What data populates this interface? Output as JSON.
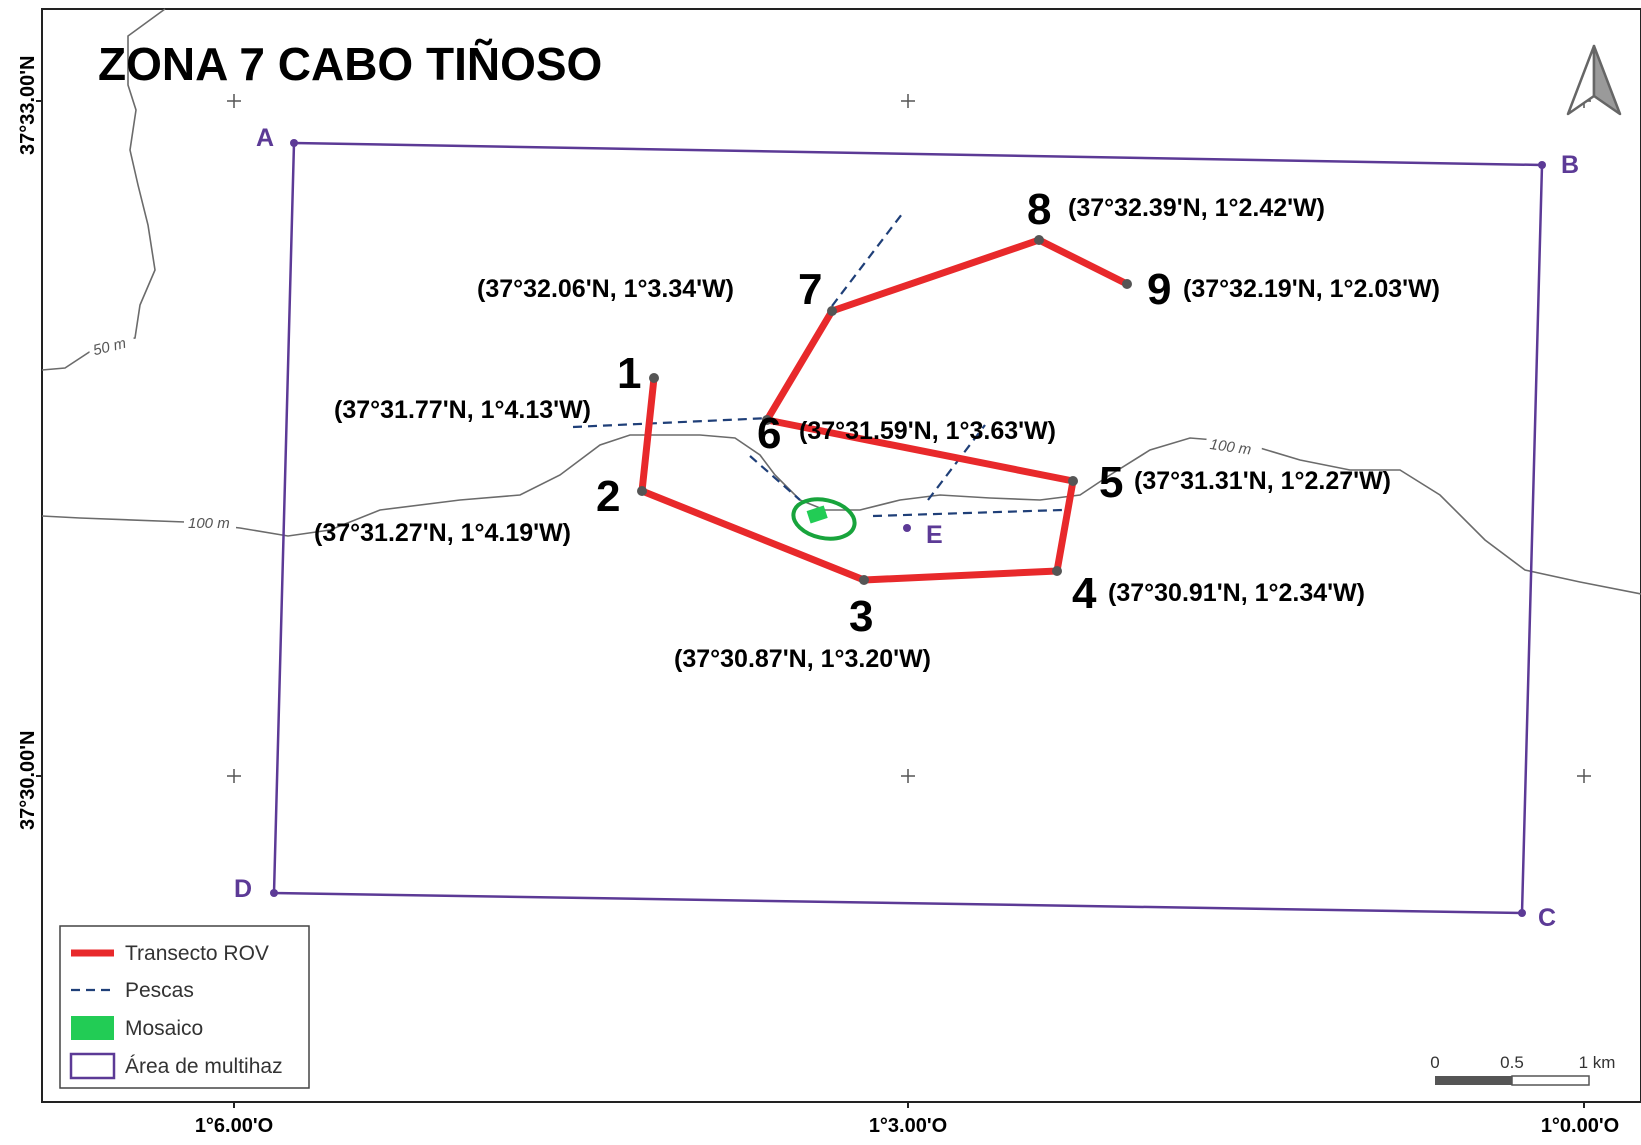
{
  "title": "ZONA 7 CABO TIÑOSO",
  "axes": {
    "lat_labels": [
      "37°33.00'N",
      "37°30.00'N"
    ],
    "lon_labels": [
      "1°6.00'O",
      "1°3.00'O",
      "1°0.00'O"
    ]
  },
  "area_corners": [
    "A",
    "B",
    "C",
    "D"
  ],
  "stations": [
    {
      "num": "1",
      "coord": "(37°31.77'N, 1°4.13'W)"
    },
    {
      "num": "2",
      "coord": "(37°31.27'N, 1°4.19'W)"
    },
    {
      "num": "3",
      "coord": "(37°30.87'N, 1°3.20'W)"
    },
    {
      "num": "4",
      "coord": "(37°30.91'N, 1°2.34'W)"
    },
    {
      "num": "5",
      "coord": "(37°31.31'N, 1°2.27'W)"
    },
    {
      "num": "6",
      "coord": "(37°31.59'N, 1°3.63'W)"
    },
    {
      "num": "7",
      "coord": "(37°32.06'N, 1°3.34'W)"
    },
    {
      "num": "8",
      "coord": "(37°32.39'N, 1°2.42'W)"
    },
    {
      "num": "9",
      "coord": "(37°32.19'N, 1°2.03'W)"
    }
  ],
  "point_e": "E",
  "contours": [
    "50 m",
    "100 m",
    "100 m"
  ],
  "legend": {
    "transect": "Transecto ROV",
    "fishing": "Pescas",
    "mosaic": "Mosaico",
    "area": "Área de multihaz"
  },
  "scale_bar": {
    "labels": [
      "0",
      "0.5",
      "1 km"
    ]
  },
  "colors": {
    "transect": "#e8292b",
    "fishing": "#1f3f78",
    "mosaic": "#22cc55",
    "mosaic_outline": "#18a43c",
    "area": "#5c3a96",
    "contour": "#6b6b6b",
    "vertex": "#555555"
  },
  "icons": {
    "north_arrow": "north-arrow-icon"
  }
}
